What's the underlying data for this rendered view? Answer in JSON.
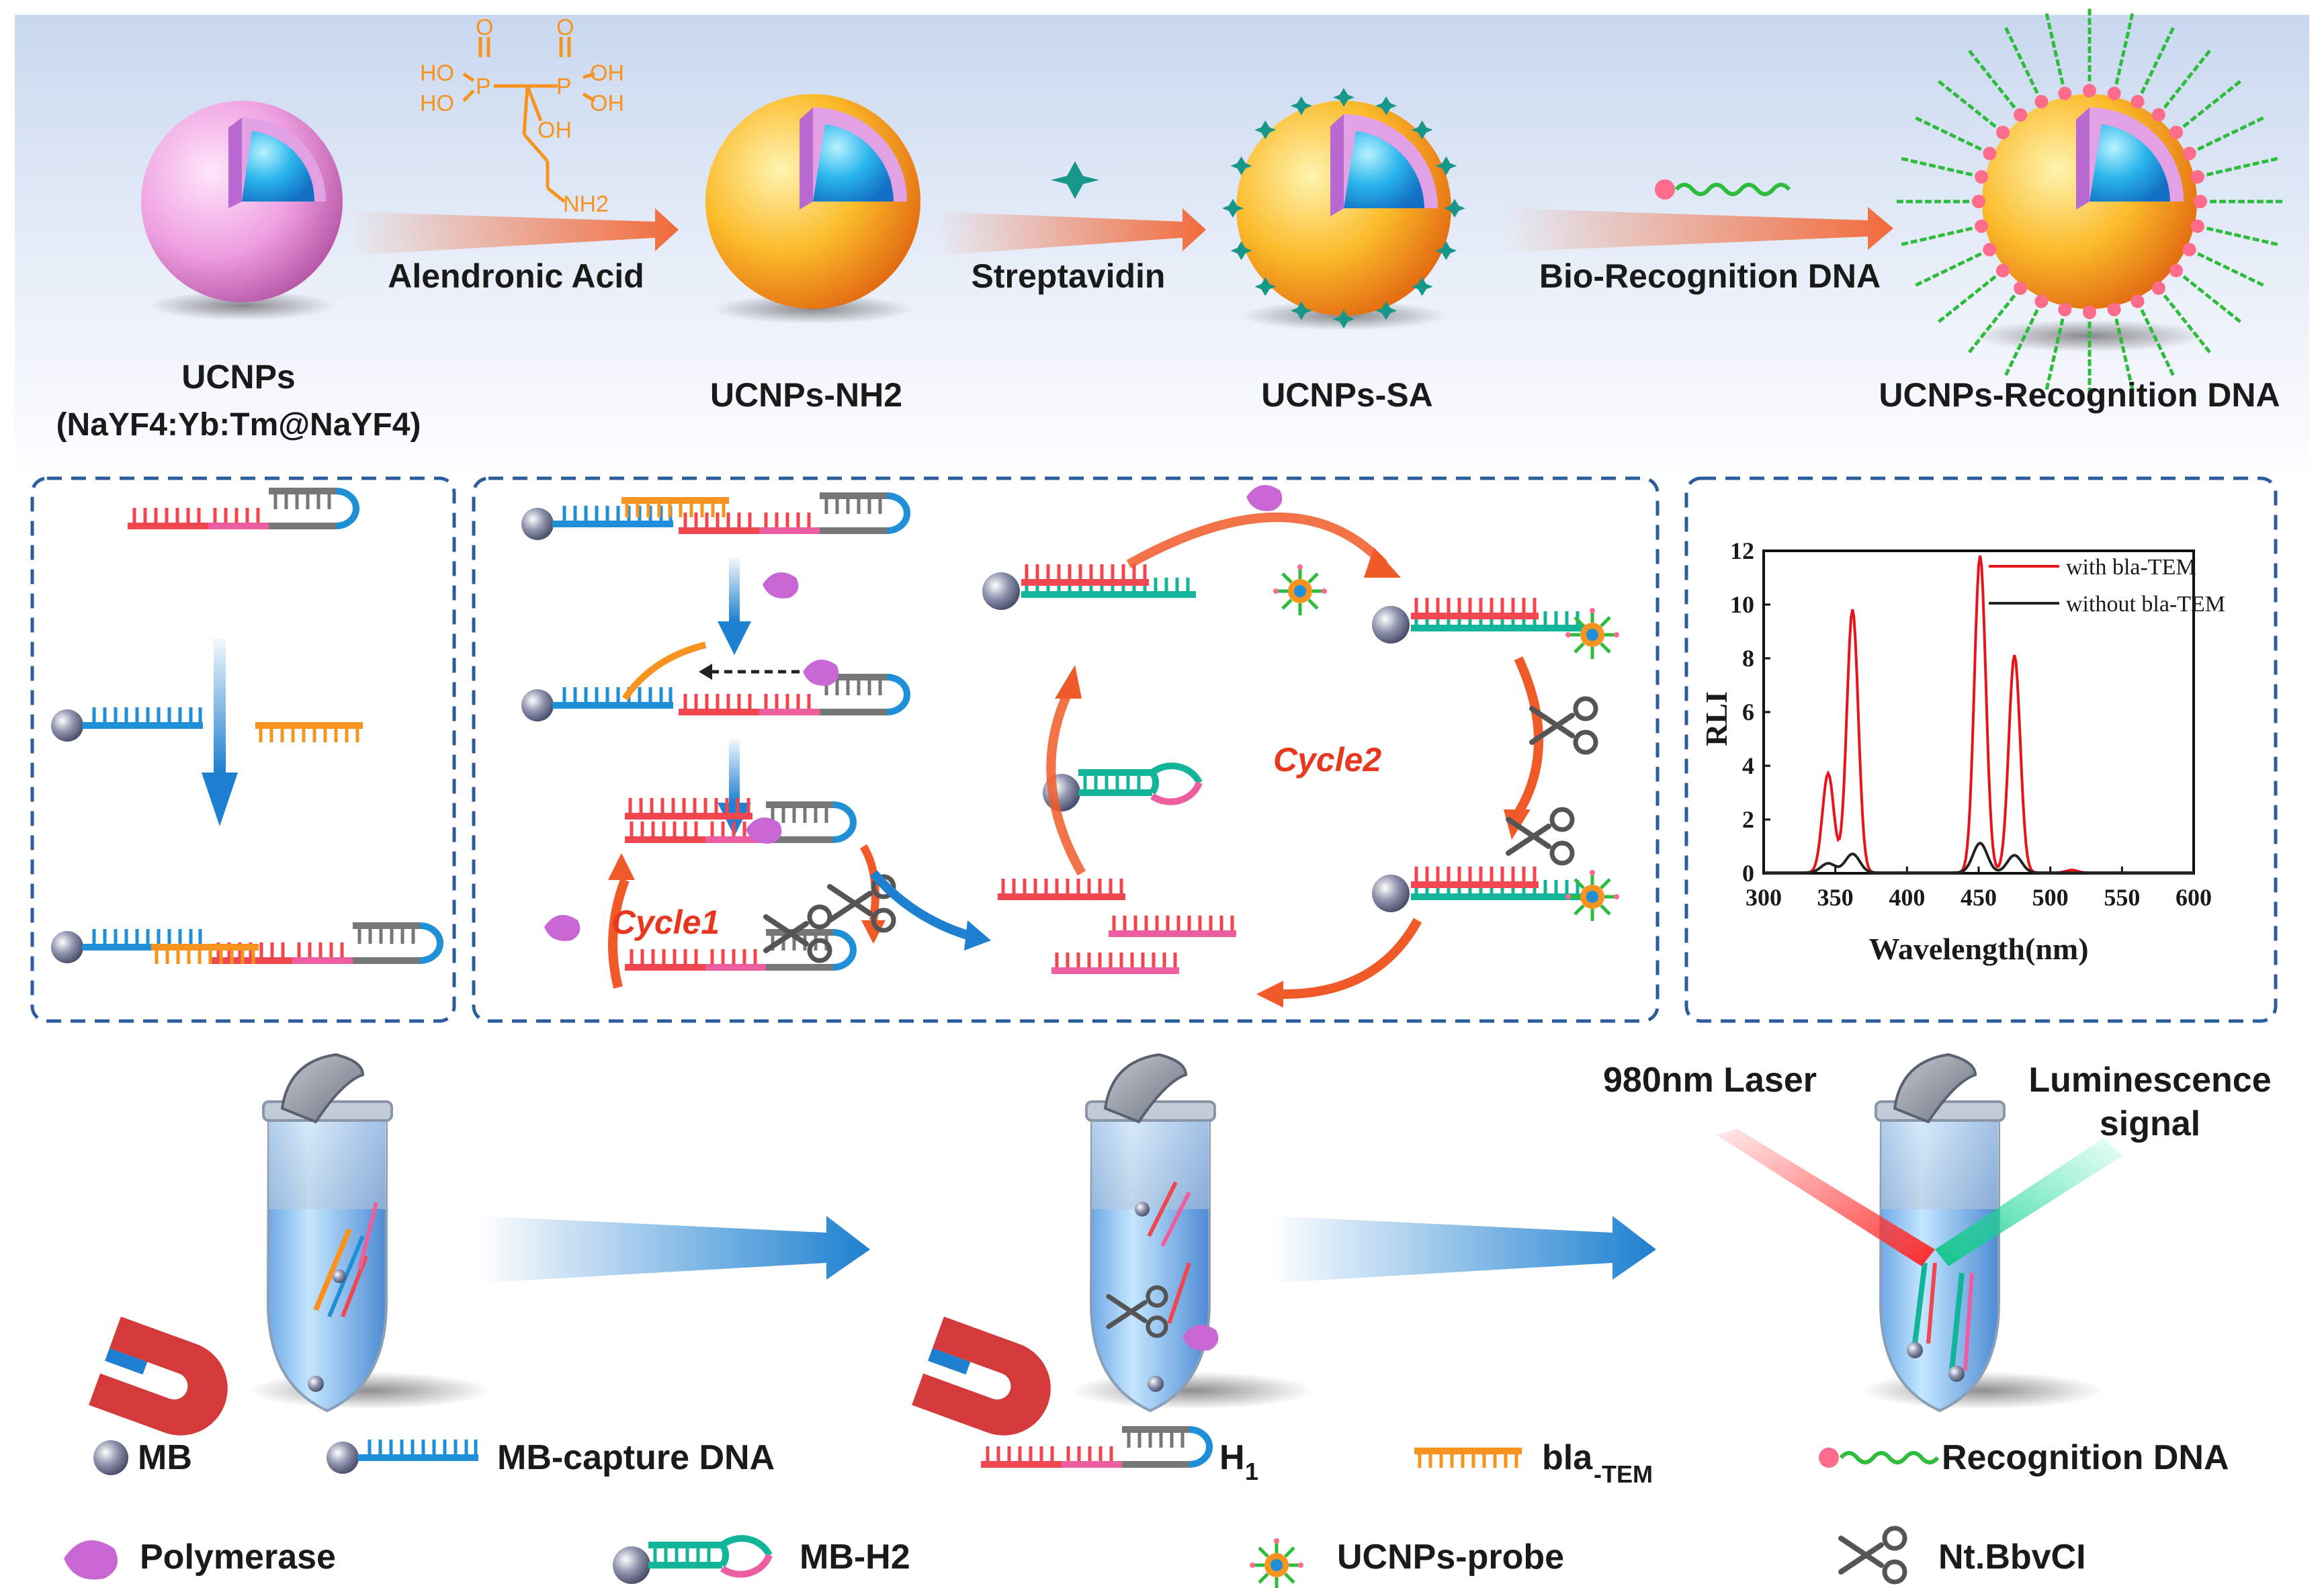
{
  "top": {
    "steps": [
      {
        "label": "UCNPs",
        "sublabel": "(NaYF4:Yb:Tm@NaYF4)"
      },
      {
        "label": "UCNPs-NH2"
      },
      {
        "label": "UCNPs-SA"
      },
      {
        "label": "UCNPs-Recognition DNA"
      }
    ],
    "reagents": [
      "Alendronic Acid",
      "Streptavidin",
      "Bio-Recognition DNA"
    ],
    "chem": {
      "ho1": "HO",
      "ho2": "HO",
      "oh1": "OH",
      "oh2": "OH",
      "oh3": "OH",
      "p1": "P",
      "p2": "P",
      "o1": "O",
      "o2": "O",
      "nh2": "NH2"
    }
  },
  "middle": {
    "cycle1": "Cycle1",
    "cycle2": "Cycle2"
  },
  "chart_data": {
    "type": "line",
    "xlabel": "Wavelength(nm)",
    "ylabel": "RLI",
    "xlim": [
      300,
      600
    ],
    "ylim": [
      0,
      12
    ],
    "xticks": [
      "300",
      "350",
      "400",
      "450",
      "500",
      "550",
      "600"
    ],
    "yticks": [
      "0",
      "2",
      "4",
      "6",
      "8",
      "10",
      "12"
    ],
    "legend_placement": "top-right",
    "series": [
      {
        "name": "with bla-TEM",
        "color": "#e8141b",
        "peaks": [
          [
            345,
            3.7
          ],
          [
            362,
            9.8
          ],
          [
            451,
            11.8
          ],
          [
            475,
            8.1
          ],
          [
            515,
            0.1
          ]
        ]
      },
      {
        "name": "without bla-TEM",
        "color": "#222222",
        "peaks": [
          [
            345,
            0.35
          ],
          [
            362,
            0.7
          ],
          [
            451,
            1.1
          ],
          [
            475,
            0.65
          ]
        ]
      }
    ]
  },
  "bottom": {
    "laser": "980nm Laser",
    "signal": "Luminescence signal"
  },
  "legend": {
    "mb": "MB",
    "capture": "MB-capture DNA",
    "h1": "H1",
    "bla": "bla-TEM",
    "recognition": "Recognition DNA",
    "polymerase": "Polymerase",
    "mbh2": "MB-H2",
    "probe": "UCNPs-probe",
    "enzyme": "Nt.BbvCI"
  },
  "colors": {
    "red": "#f0464f",
    "pink": "#ec5ea0",
    "blue": "#1f8fd8",
    "orange": "#f7931e",
    "teal": "#13b59a",
    "gray": "#777777",
    "arrow_blue": "#1d80d0",
    "arrow_red": "#f05a28"
  }
}
